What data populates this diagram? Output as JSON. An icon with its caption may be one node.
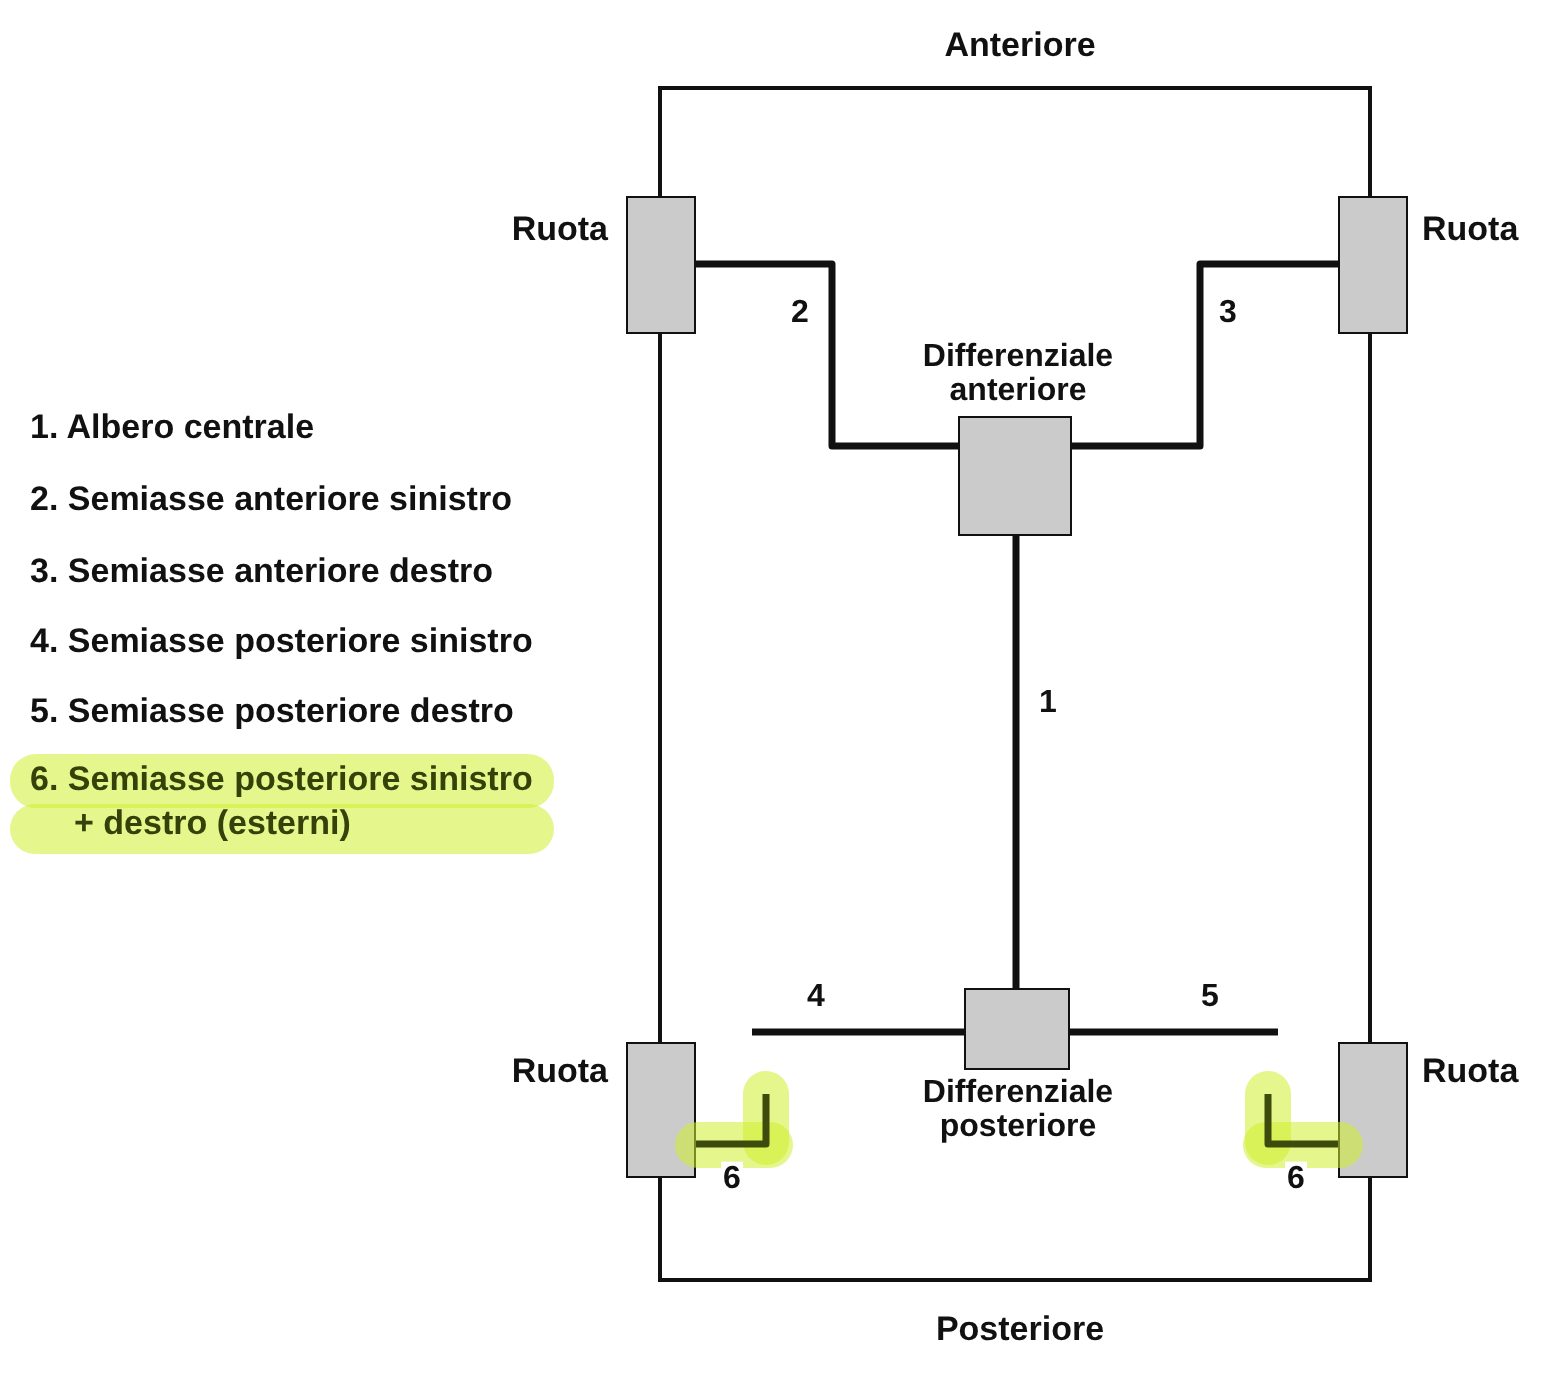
{
  "diagram": {
    "nodes": [
      {
        "text": [],
        "shape": "box",
        "beside": [
          "Anteriore",
          "Posteriore"
        ]
      },
      {
        "text": [],
        "shape": "box",
        "beside": [
          "Ruota"
        ]
      },
      {
        "text": [],
        "shape": "box",
        "beside": [
          "Ruota"
        ]
      },
      {
        "text": [],
        "shape": "box",
        "in": 0,
        "beside": [
          "Differenziale anteriore"
        ]
      },
      {
        "text": [],
        "shape": "box",
        "in": 0,
        "beside": [
          "Differenziale posteriore"
        ]
      },
      {
        "text": [],
        "shape": "box",
        "beside": [
          "Ruota"
        ]
      },
      {
        "text": [],
        "shape": "box",
        "beside": [
          "Ruota"
        ]
      }
    ],
    "edges": [
      {
        "from": 3,
        "to": 4,
        "arrow": "none",
        "label": "1"
      },
      {
        "from": 1,
        "to": 3,
        "arrow": "none",
        "label": "2"
      },
      {
        "from": 2,
        "to": 3,
        "arrow": "none",
        "label": "3"
      },
      {
        "from": 4,
        "to": null,
        "arrow": "none",
        "label": "4"
      },
      {
        "from": 4,
        "to": null,
        "arrow": "none",
        "label": "5"
      },
      {
        "from": 5,
        "to": null,
        "arrow": "none",
        "label": "6",
        "color": "#3d4c0c"
      },
      {
        "from": 6,
        "to": null,
        "arrow": "none",
        "label": "6",
        "color": "#3d4c0c"
      }
    ],
    "labels": [
      "1. Albero centrale",
      "2. Semiasse anteriore sinistro",
      "3. Semiasse anteriore destro",
      "4. Semiasse posteriore sinistro",
      "5. Semiasse posteriore destro",
      "6. Semiasse posteriore sinistro + destro (esterni)"
    ]
  }
}
